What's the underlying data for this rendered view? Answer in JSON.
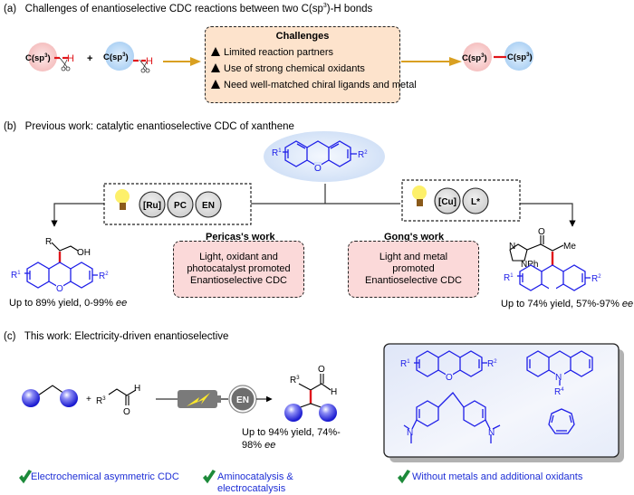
{
  "section_a": {
    "label": "(a)",
    "title": "Challenges of enantioselective CDC reactions between two C(sp3)-H bonds",
    "title_main": "Challenges of enantioselective CDC reactions between two C(sp",
    "title_sup": "3",
    "title_end": ")-H bonds",
    "reactant1": {
      "label": "C(sp",
      "sup": "3",
      "end": ")",
      "h": "H",
      "color": "#f7c9c9"
    },
    "plus": "+",
    "reactant2": {
      "label": "C(sp",
      "sup": "3",
      "end": ")",
      "h": "H",
      "color": "#bcd9f5"
    },
    "challenges": {
      "heading": "Challenges",
      "items": [
        "Limited reaction partners",
        "Use of strong chemical oxidants",
        "Need well-matched chiral ligands and metal"
      ]
    },
    "product": {
      "left": "C(sp",
      "right": "C(sp",
      "sup": "3",
      "end": ")"
    }
  },
  "section_b": {
    "label": "(b)",
    "title": "Previous work: catalytic enantioselective CDC of xanthene",
    "xanthene": {
      "r1": "R",
      "r1_sup": "1",
      "r2": "R",
      "r2_sup": "2",
      "o": "O"
    },
    "left_catalysts": [
      "[Ru]",
      "PC",
      "EN"
    ],
    "right_catalysts": [
      "[Cu]",
      "L*"
    ],
    "pericas": {
      "title": "Pericas's work",
      "lines": [
        "Light, oxidant and",
        "photocatalyst promoted",
        "Enantioselective CDC"
      ]
    },
    "gong": {
      "title": "Gong's work",
      "lines": [
        "Light and metal",
        "promoted",
        "Enantioselective CDC"
      ]
    },
    "left_product": {
      "r": "R",
      "oh": "OH",
      "yield_text": "Up to 89% yield, 0-99% ",
      "ee": "ee"
    },
    "right_product": {
      "o": "O",
      "n": "N",
      "nph": "NPh",
      "me": "Me",
      "yield_text": "Up to 74% yield, 57%-97% ",
      "ee": "ee"
    }
  },
  "section_c": {
    "label": "(c)",
    "title": "This work: Electricity-driven enantioselective",
    "plus": "+",
    "aldehyde": {
      "r": "R",
      "sup": "3",
      "h": "H",
      "o": "O"
    },
    "catalyst": "EN",
    "product": {
      "r": "R",
      "sup": "3",
      "h": "H",
      "o": "O"
    },
    "yield_line1": "Up to 94% yield, 74%-",
    "yield_line2": "98% ",
    "ee": "ee",
    "scope": {
      "xanthene": {
        "r1": "R",
        "r1_sup": "1",
        "r2": "R",
        "r2_sup": "2",
        "o": "O"
      },
      "acridine": {
        "n": "N",
        "r4": "R",
        "r4_sup": "4"
      },
      "diamine": {
        "n": "N"
      }
    },
    "checks": [
      {
        "text": "Electrochemical asymmetric CDC"
      },
      {
        "text": "Aminocatalysis &",
        "text2": "electrocatalysis"
      },
      {
        "text": "Without metals and additional oxidants"
      }
    ]
  },
  "colors": {
    "arrow_gold": "#d9a021",
    "bond_red": "#e0161b",
    "molecule_blue": "#1e1ee8",
    "check_green": "#1d8a3a",
    "catalyst_gray": "#d6d6d6",
    "en_dark": "#6e6e6e",
    "bulb_yellow": "#fdf06a",
    "scope_bg": "#e9effc"
  }
}
